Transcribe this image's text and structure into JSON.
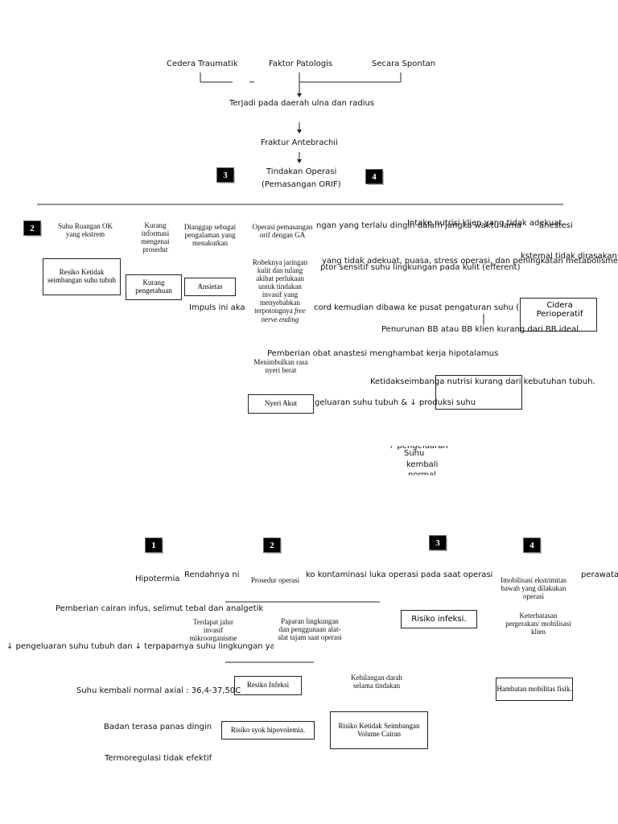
{
  "top": {
    "cause_1": "Cedera Traumatik",
    "cause_2": "Faktor Patologis",
    "cause_3": "Secara Spontan",
    "location": "Terjadi pada daerah ulna dan radius",
    "fracture": "Fraktur Antebrachii",
    "op_line_1": "Tindakan Operasi",
    "op_line_2": "(Pemasangan ORIF)",
    "badge_3": "3",
    "badge_4": "4"
  },
  "mid": {
    "badge_2": "2",
    "room_temp": "Suhu Ruangan OK yang ekstrem",
    "risk_temp": "Resiko Ketidak seimbangan suhu tubuh",
    "lack_info": "Kurang informasi mengenai prosedur",
    "knowledge_box": "Kurang pengetahuan",
    "scary": "Dianggap sebagai pengalaman yang menakutkan",
    "anxiety_box": "Ansietas",
    "op_ga": "Operasi pemasangan orif dengan GA",
    "tissue": "Robeknya jaringan kulit dan tulang akibat perlukaan untuk tindakan invasif yang menyebabkan terpotongnya",
    "tissue_italic": "free nerve ending",
    "pain_text": "Menimbulkan rasa nyeri  berat",
    "pain_box": "Nyeri Akut",
    "overlap_1": "ngan yang terlalu dingin dalam jangka waktu lama",
    "overlap_1b": "Intake nutrisi klien yang tidak adekuat",
    "overlap_1c": "anestesi",
    "overlap_2": "kstemal tidak dirasakan",
    "overlap_3": "yang tidak adekuat,  puasa, stress operasi, dan peningkatan metabolisme y",
    "overlap_4": "ptor sensitif suhu lingkungan pada kulit (efferent)",
    "impulse": "Impuls ini aka",
    "cord": "cord kemudian dibawa ke pusat pengaturan suhu (Hipotalamus)",
    "periop_box": "Cidera Perioperatif",
    "weight_loss": "Penurunan BB atau BB klien kurang dari BB ideal",
    "anesthesia": "Pemberian obat anastesi menghambat kerja hipotalamus",
    "nutrition": "Ketidakseimbanga nutrisi kurang dari kebutuhan tubuh.",
    "heat_loss": "geluaran suhu tubuh & ↓ produksi suhu",
    "partial_1": "↑ pengeluaran",
    "partial_2": "Suhu",
    "partial_3": "kembali",
    "partial_4": "normal"
  },
  "bottom": {
    "badge_1": "1",
    "badge_2": "2",
    "badge_3": "3",
    "badge_4": "4",
    "hypothermia": "Hipotermia",
    "contamination": "Rendahnya ni",
    "contamination_b": "ko kontaminasi luka operasi pada saat operasi",
    "contamination_c": "perawatan d",
    "procedure": "Prosedur operasi",
    "immobilize": "Imobilisasi ekstrimitas bawah yang dilakukan operasi",
    "infusion": "Pemberian cairan infus, selimut tebal dan analgetik",
    "invasive": "Terdapat jalur invasif mikroorganisme",
    "exposure": "Paparan lingkungan dan penggunaan alat-alat tajam saat operasi",
    "infection_risk": "Risiko infeksi.",
    "limited_move": "Keterbatasan pergerakan/ mobilisasi klien",
    "heat_exposure": "↓ pengeluaran suhu tubuh dan ↓ terpaparnya suhu lingkungan yang",
    "infeksi_box": "Resiko Infeksi",
    "blood_loss": "Kehilangan darah selama tindakan",
    "mobility_box": "Hambatan mobilitas fisik.",
    "normal_temp": "Suhu kembali normal axial : 36,4-37,50C",
    "chills": "Badan terasa panas dingin",
    "shock_box": "Risiko syok hipovolemia.",
    "fluid_box": "Risiko Ketidak Seimbangan Volume Cairan",
    "thermo": "Termoregulasi tidak efektif"
  },
  "colors": {
    "ink": "#111111",
    "badge": "#000000"
  }
}
